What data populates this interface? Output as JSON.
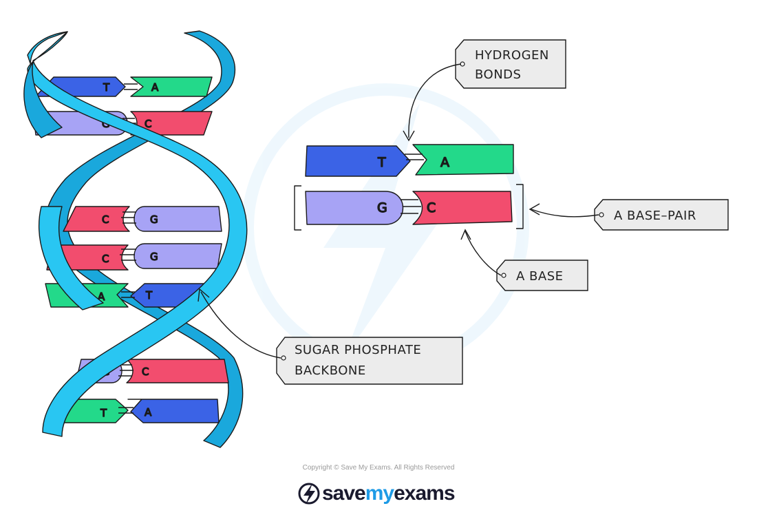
{
  "helix": {
    "pairs": [
      {
        "left": "T",
        "right": "A"
      },
      {
        "left": "G",
        "right": "C"
      },
      {
        "left": "C",
        "right": "G"
      },
      {
        "left": "C",
        "right": "G"
      },
      {
        "left": "A",
        "right": "T"
      },
      {
        "left": "G",
        "right": "C"
      },
      {
        "left": "T",
        "right": "A"
      }
    ]
  },
  "detail": {
    "pair1": {
      "left": "T",
      "right": "A"
    },
    "pair2": {
      "left": "G",
      "right": "C"
    }
  },
  "labels": {
    "hydrogen_bonds_line1": "HYDROGEN",
    "hydrogen_bonds_line2": "BONDS",
    "base_pair": "A BASE–PAIR",
    "base": "A BASE",
    "backbone_line1": "SUGAR PHOSPHATE",
    "backbone_line2": "BACKBONE"
  },
  "footer": {
    "copyright": "Copyright © Save My Exams. All Rights Reserved",
    "brand_save": "save",
    "brand_my": "my",
    "brand_exams": "exams"
  },
  "colors": {
    "thymine": "#3b63e6",
    "adenine": "#23d98a",
    "guanine": "#a7a3f5",
    "cytosine": "#f24d6e",
    "backbone": "#29c6f2",
    "backbone_dark": "#1aa8dc",
    "tag": "#ececec"
  }
}
